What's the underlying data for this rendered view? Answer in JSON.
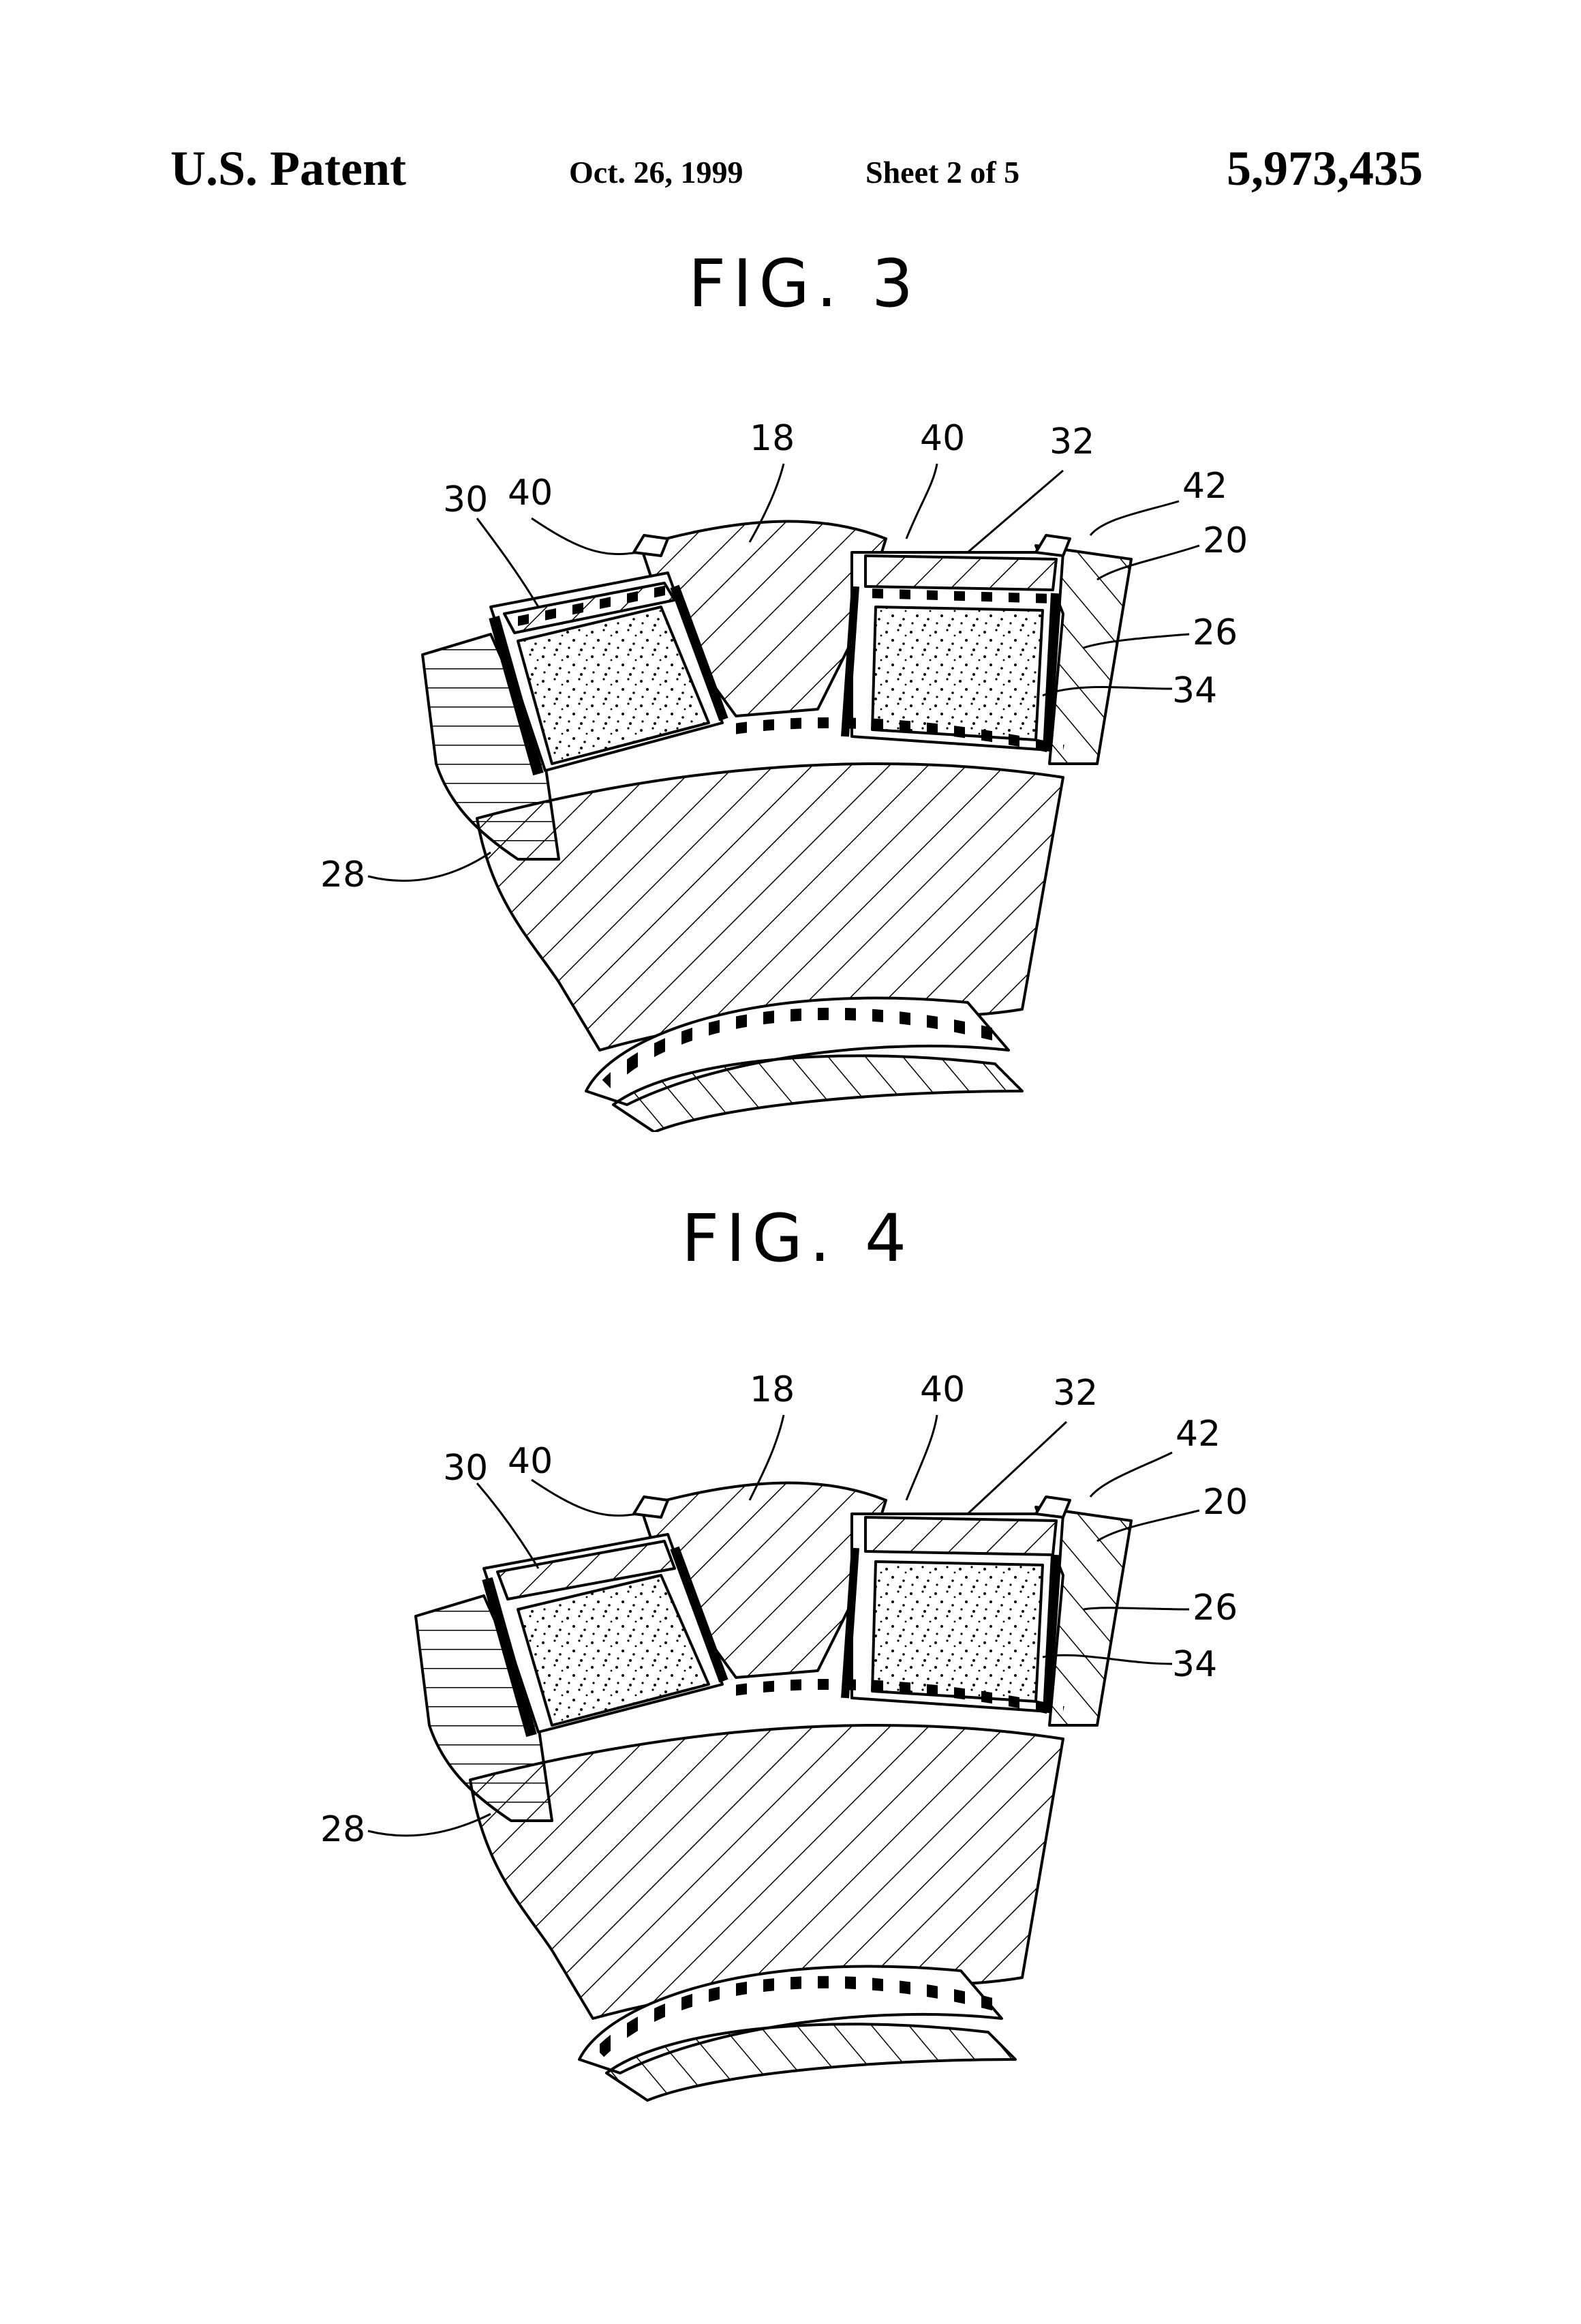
{
  "header": {
    "left": "U.S. Patent",
    "date": "Oct. 26, 1999",
    "sheet": "Sheet 2 of 5",
    "number": "5,973,435"
  },
  "figures": [
    {
      "title": "FIG. 3",
      "labels": {
        "l18": "18",
        "l40a": "40",
        "l32": "32",
        "l30": "30",
        "l40b": "40",
        "l42": "42",
        "l20": "20",
        "l26": "26",
        "l34": "34",
        "l28": "28"
      }
    },
    {
      "title": "FIG. 4",
      "labels": {
        "l18": "18",
        "l40a": "40",
        "l32": "32",
        "l30": "30",
        "l40b": "40",
        "l42": "42",
        "l20": "20",
        "l26": "26",
        "l34": "34",
        "l28": "28"
      }
    }
  ]
}
